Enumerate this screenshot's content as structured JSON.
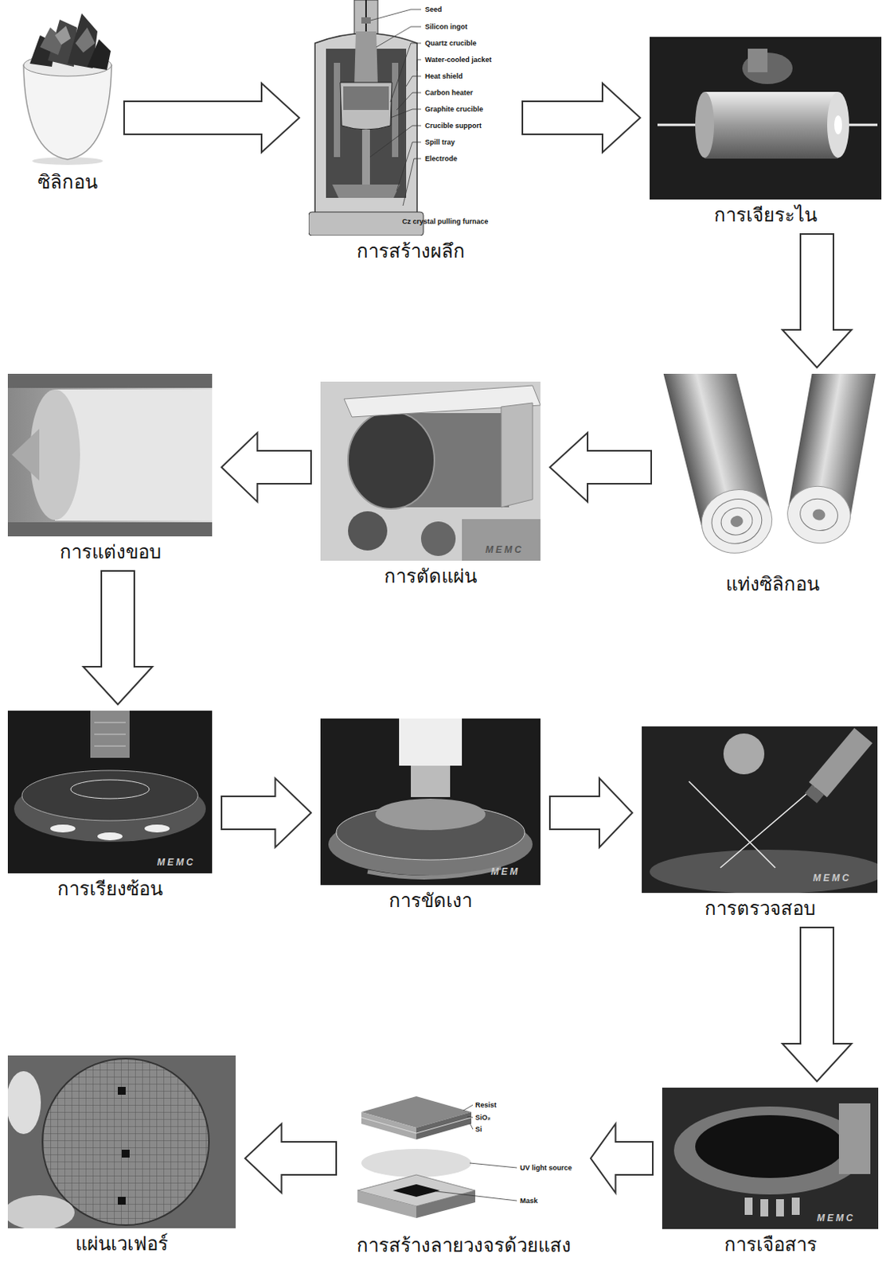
{
  "diagram": {
    "nodes": [
      {
        "text": [
          "ซิลิกอน"
        ]
      },
      {
        "text": [
          "การสร้างผลึก"
        ]
      },
      {
        "text": [
          "การเจียระไน"
        ]
      },
      {
        "text": [
          "แท่งซิลิกอน"
        ]
      },
      {
        "text": [
          "การตัดแผ่น"
        ]
      },
      {
        "text": [
          "การแต่งขอบ"
        ]
      },
      {
        "text": [
          "การเรียงซ้อน"
        ]
      },
      {
        "text": [
          "การขัดเงา"
        ]
      },
      {
        "text": [
          "การตรวจสอบ"
        ]
      },
      {
        "text": [
          "การเจือสาร"
        ]
      },
      {
        "text": [
          "การสร้างลายวงจรด้วยแสง"
        ]
      },
      {
        "text": [
          "แผ่นเวเฟอร์"
        ]
      }
    ],
    "edges": [
      {
        "from": 0,
        "to": 1,
        "arrow": "to"
      },
      {
        "from": 1,
        "to": 2,
        "arrow": "to"
      },
      {
        "from": 2,
        "to": 3,
        "arrow": "to"
      },
      {
        "from": 3,
        "to": 4,
        "arrow": "to"
      },
      {
        "from": 4,
        "to": 5,
        "arrow": "to"
      },
      {
        "from": 5,
        "to": 6,
        "arrow": "to"
      },
      {
        "from": 6,
        "to": 7,
        "arrow": "to"
      },
      {
        "from": 7,
        "to": 8,
        "arrow": "to"
      },
      {
        "from": 8,
        "to": 9,
        "arrow": "to"
      },
      {
        "from": 9,
        "to": 10,
        "arrow": "to"
      },
      {
        "from": 10,
        "to": 11,
        "arrow": "to"
      }
    ],
    "labels": [
      "Seed",
      "Silicon ingot",
      "Quartz crucible",
      "Water-cooled jacket",
      "Heat shield",
      "Carbon heater",
      "Graphite crucible",
      "Crucible support",
      "Spill tray",
      "Electrode",
      "Cz crystal pulling furnace",
      "MEMC",
      "MEMC",
      "MEM",
      "MEMC",
      "Resist",
      "SiO₂",
      "Si",
      "UV light source",
      "Mask",
      "MEMC"
    ]
  }
}
